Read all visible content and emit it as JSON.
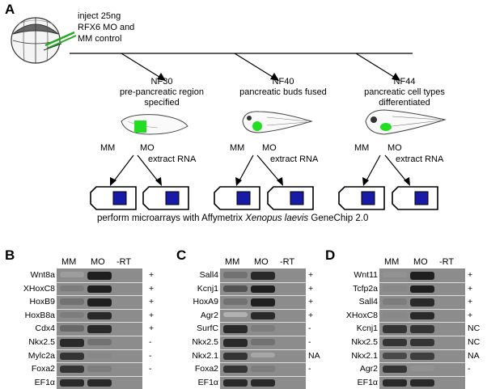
{
  "panel_a": {
    "label": "A",
    "injection_text": [
      "inject 25ng",
      "RFX6 MO and",
      "MM control"
    ],
    "stages": [
      {
        "stage": "NF30",
        "desc": [
          "pre-pancreatic region",
          "specified"
        ],
        "mm": "MM",
        "mo": "MO",
        "extract": "extract RNA"
      },
      {
        "stage": "NF40",
        "desc": [
          "pancreatic buds fused"
        ],
        "mm": "MM",
        "mo": "MO",
        "extract": "extract RNA"
      },
      {
        "stage": "NF44",
        "desc": [
          "pancreatic cell types",
          "differentiated"
        ],
        "mm": "MM",
        "mo": "MO",
        "extract": "extract RNA"
      }
    ],
    "microarray_text": {
      "pre": "perform microarrays with Affymetrix ",
      "italic": "Xenopus laevis",
      "post": " GeneChip 2.0"
    },
    "colors": {
      "pancreas": "#22dd22",
      "chip": "#1a1aa8",
      "needle": "#22aa22"
    }
  },
  "panels": [
    {
      "label": "B",
      "headers": [
        "MM",
        "MO",
        "-RT"
      ],
      "rows": [
        {
          "gene": "Wnt8a",
          "result": "+",
          "mm": 0.35,
          "mo": 0.95
        },
        {
          "gene": "XHoxC8",
          "result": "+",
          "mm": 0.5,
          "mo": 0.95
        },
        {
          "gene": "HoxB9",
          "result": "+",
          "mm": 0.55,
          "mo": 0.95
        },
        {
          "gene": "HoxB8a",
          "result": "+",
          "mm": 0.5,
          "mo": 0.9
        },
        {
          "gene": "Cdx4",
          "result": "+",
          "mm": 0.6,
          "mo": 0.9
        },
        {
          "gene": "Nkx2.5",
          "result": "-",
          "mm": 0.9,
          "mo": 0.55
        },
        {
          "gene": "Mylc2a",
          "result": "-",
          "mm": 0.85,
          "mo": 0.45
        },
        {
          "gene": "Foxa2",
          "result": "-",
          "mm": 0.85,
          "mo": 0.5
        },
        {
          "gene": "EF1α",
          "result": "",
          "mm": 0.9,
          "mo": 0.9
        }
      ]
    },
    {
      "label": "C",
      "headers": [
        "MM",
        "MO",
        "-RT"
      ],
      "rows": [
        {
          "gene": "Sall4",
          "result": "+",
          "mm": 0.55,
          "mo": 0.9
        },
        {
          "gene": "Kcnj1",
          "result": "+",
          "mm": 0.7,
          "mo": 0.95
        },
        {
          "gene": "HoxA9",
          "result": "+",
          "mm": 0.55,
          "mo": 0.95
        },
        {
          "gene": "Agr2",
          "result": "+",
          "mm": 0.25,
          "mo": 0.9
        },
        {
          "gene": "SurfC",
          "result": "-",
          "mm": 0.9,
          "mo": 0.5
        },
        {
          "gene": "Nkx2.5",
          "result": "-",
          "mm": 0.9,
          "mo": 0.55
        },
        {
          "gene": "Nkx2.1",
          "result": "NA",
          "mm": 0.85,
          "mo": 0.3
        },
        {
          "gene": "Foxa2",
          "result": "-",
          "mm": 0.85,
          "mo": 0.5
        },
        {
          "gene": "EF1α",
          "result": "",
          "mm": 0.9,
          "mo": 0.9
        }
      ]
    },
    {
      "label": "D",
      "headers": [
        "MM",
        "MO",
        "-RT"
      ],
      "rows": [
        {
          "gene": "Wnt11",
          "result": "+",
          "mm": 0.4,
          "mo": 0.95
        },
        {
          "gene": "Tcfp2a",
          "result": "+",
          "mm": 0.45,
          "mo": 0.95
        },
        {
          "gene": "Sall4",
          "result": "+",
          "mm": 0.5,
          "mo": 0.9
        },
        {
          "gene": "XHoxC8",
          "result": "+",
          "mm": 0.45,
          "mo": 0.9
        },
        {
          "gene": "Kcnj1",
          "result": "NC",
          "mm": 0.85,
          "mo": 0.85
        },
        {
          "gene": "Nkx2.5",
          "result": "NC",
          "mm": 0.85,
          "mo": 0.85
        },
        {
          "gene": "Nkx2.1",
          "result": "NA",
          "mm": 0.75,
          "mo": 0.8
        },
        {
          "gene": "Agr2",
          "result": "-",
          "mm": 0.85,
          "mo": 0.4
        },
        {
          "gene": "EF1α",
          "result": "",
          "mm": 0.9,
          "mo": 0.9
        }
      ]
    }
  ]
}
